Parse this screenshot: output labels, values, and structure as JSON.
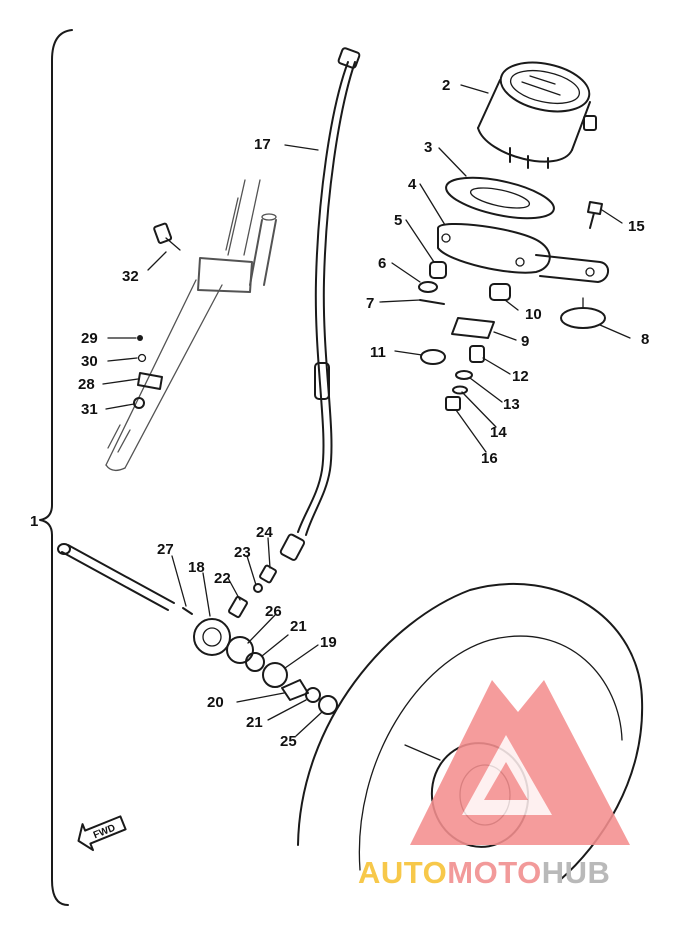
{
  "assembly_label": "1",
  "callouts": [
    {
      "id": "2",
      "label": "2"
    },
    {
      "id": "3",
      "label": "3"
    },
    {
      "id": "4",
      "label": "4"
    },
    {
      "id": "5",
      "label": "5"
    },
    {
      "id": "6",
      "label": "6"
    },
    {
      "id": "7",
      "label": "7"
    },
    {
      "id": "8",
      "label": "8"
    },
    {
      "id": "9",
      "label": "9"
    },
    {
      "id": "10",
      "label": "10"
    },
    {
      "id": "11",
      "label": "11"
    },
    {
      "id": "12",
      "label": "12"
    },
    {
      "id": "13",
      "label": "13"
    },
    {
      "id": "14",
      "label": "14"
    },
    {
      "id": "15",
      "label": "15"
    },
    {
      "id": "16",
      "label": "16"
    },
    {
      "id": "17",
      "label": "17"
    },
    {
      "id": "18",
      "label": "18"
    },
    {
      "id": "19",
      "label": "19"
    },
    {
      "id": "20",
      "label": "20"
    },
    {
      "id": "21a",
      "label": "21"
    },
    {
      "id": "21b",
      "label": "21"
    },
    {
      "id": "22",
      "label": "22"
    },
    {
      "id": "23",
      "label": "23"
    },
    {
      "id": "24",
      "label": "24"
    },
    {
      "id": "25",
      "label": "25"
    },
    {
      "id": "26",
      "label": "26"
    },
    {
      "id": "27",
      "label": "27"
    },
    {
      "id": "28",
      "label": "28"
    },
    {
      "id": "29",
      "label": "29"
    },
    {
      "id": "30",
      "label": "30"
    },
    {
      "id": "31",
      "label": "31"
    },
    {
      "id": "32",
      "label": "32"
    }
  ],
  "fwd_label": "FWD",
  "watermark": {
    "part1": "AUTO",
    "part2": "MOTO",
    "part3": "HUB",
    "colors": {
      "auto": "#f7c84a",
      "moto": "#f29a9a",
      "hub": "#b9b9b9",
      "logo": "#f48f8f"
    }
  }
}
